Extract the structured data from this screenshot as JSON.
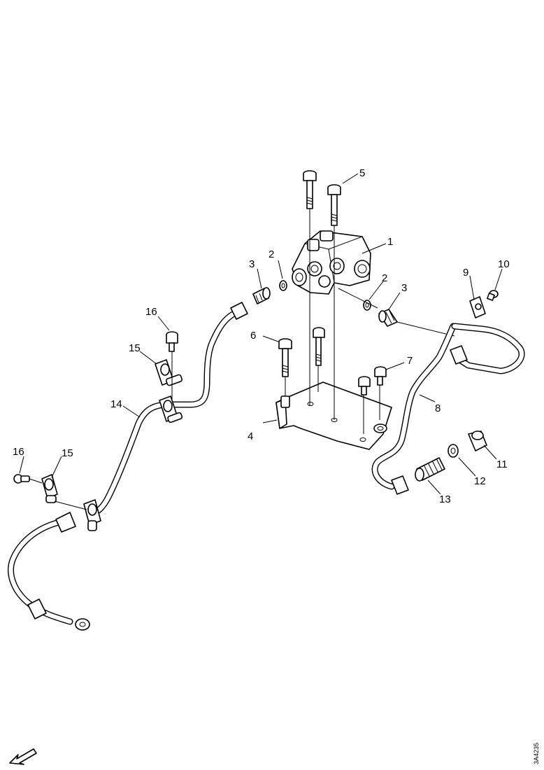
{
  "callouts": {
    "c1": "1",
    "c2a": "2",
    "c2b": "2",
    "c3a": "3",
    "c3b": "3",
    "c4": "4",
    "c5": "5",
    "c6": "6",
    "c7": "7",
    "c8": "8",
    "c9": "9",
    "c10": "10",
    "c11": "11",
    "c12": "12",
    "c13": "13",
    "c14": "14",
    "c15a": "15",
    "c15b": "15",
    "c16a": "16",
    "c16b": "16"
  },
  "reference_code": "3A4235",
  "icons": {
    "direction": "forward-arrow-icon"
  }
}
